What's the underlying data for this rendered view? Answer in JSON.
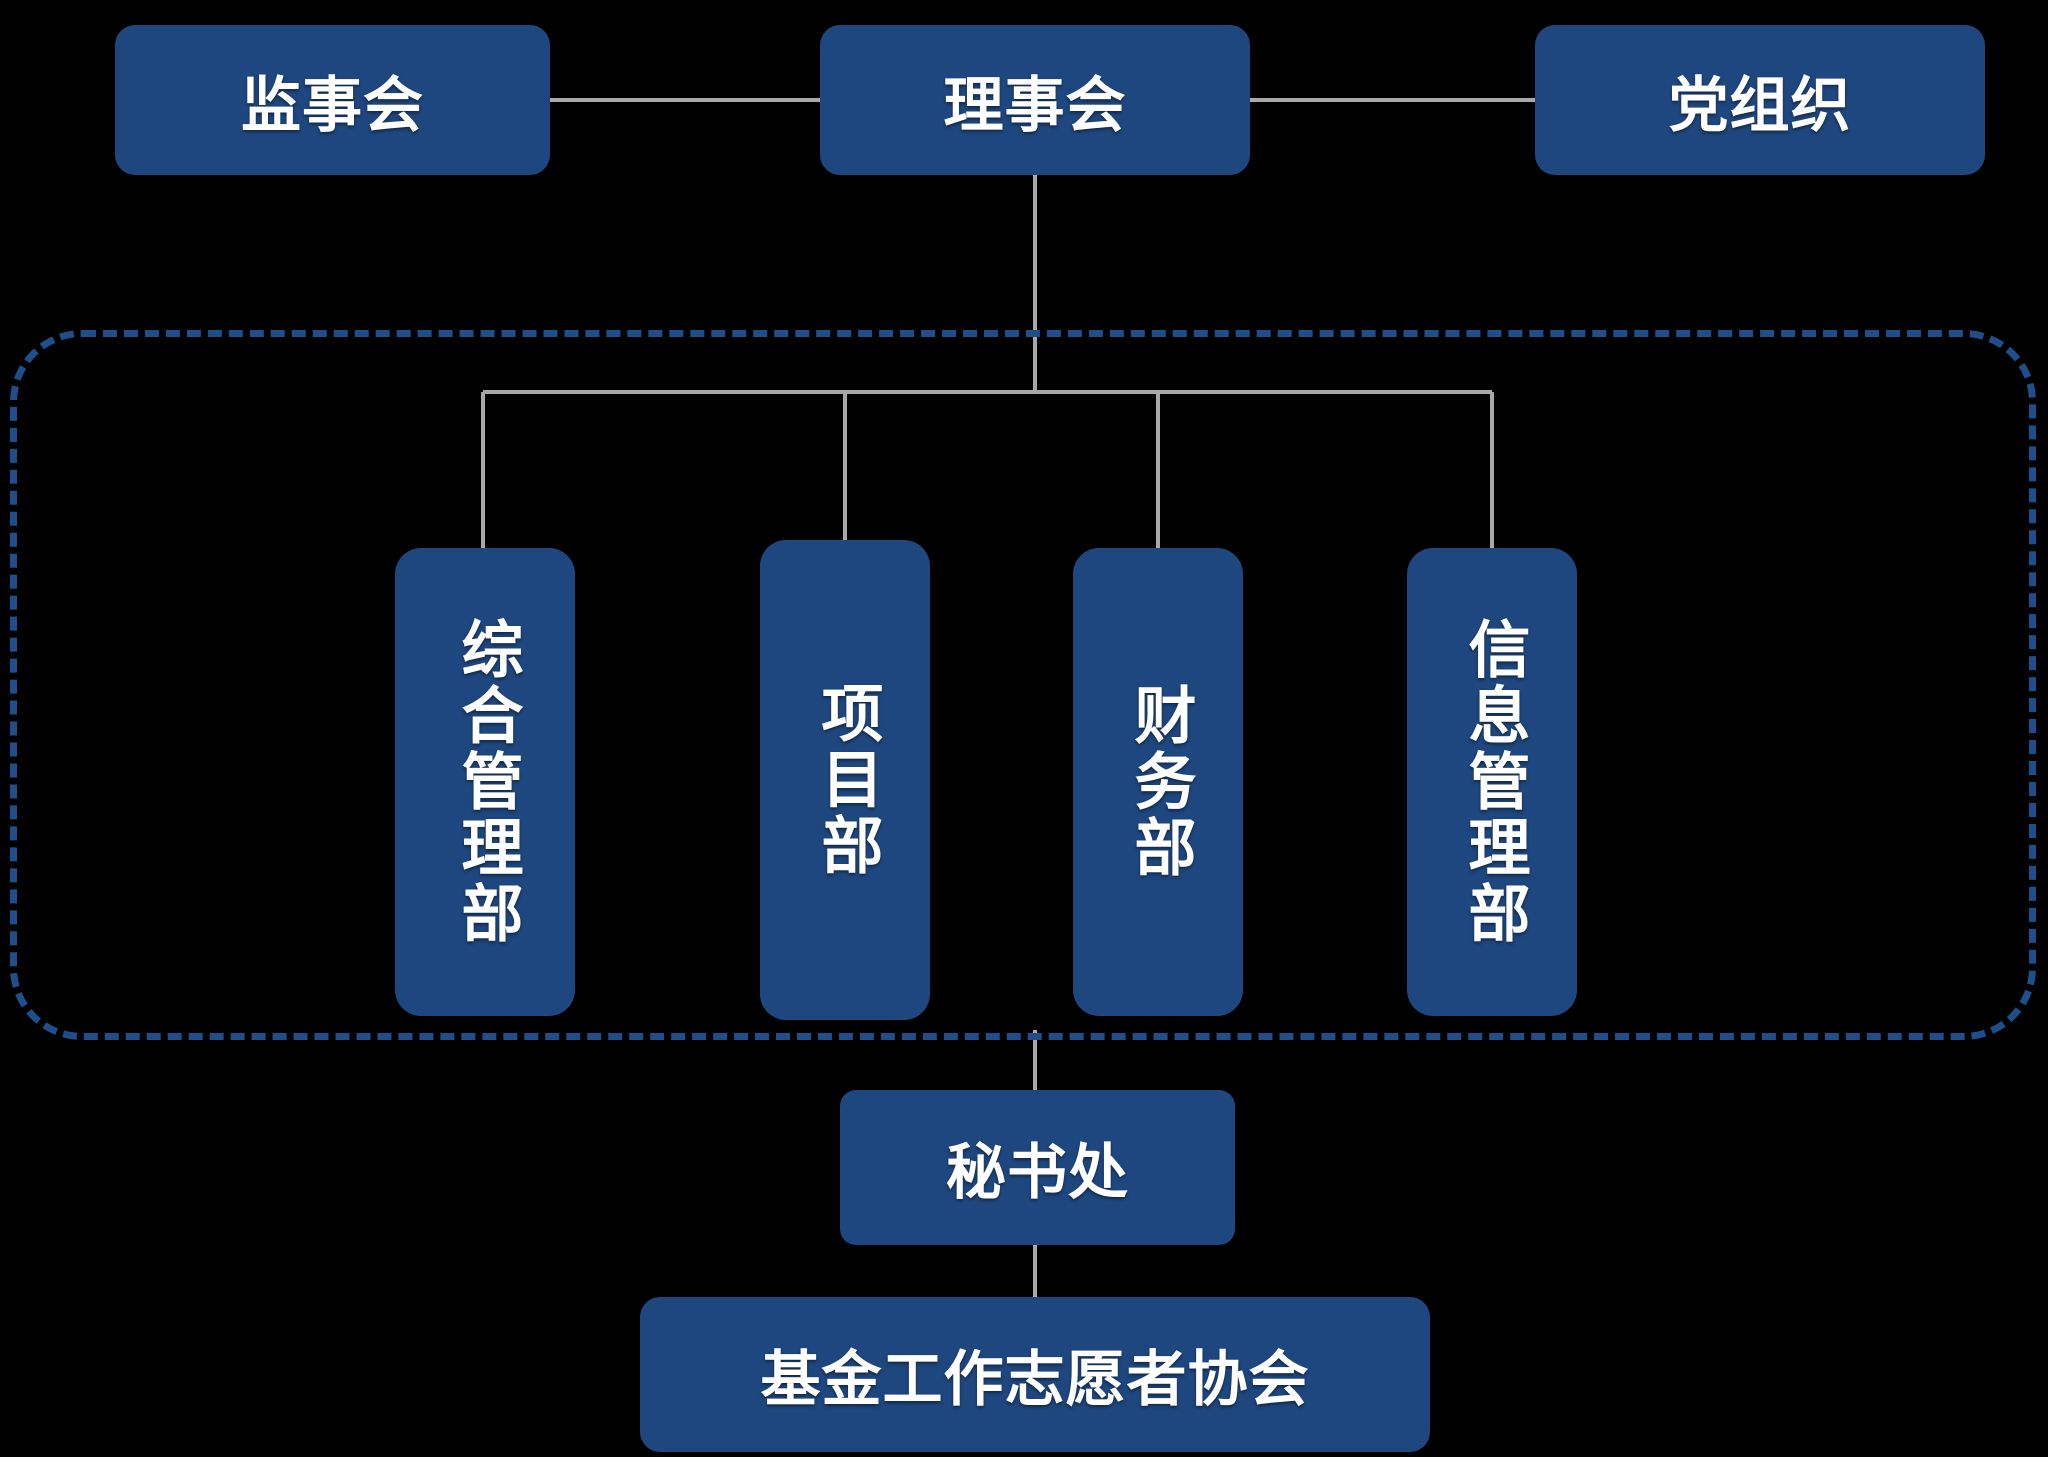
{
  "diagram": {
    "type": "organization-chart",
    "title": "",
    "colors": {
      "background": "#000000",
      "node_fill": "#1e477f",
      "node_text": "#ffffff",
      "connector": "#a8a8a8",
      "dashed_border": "#1f4e8c"
    }
  },
  "top_level": {
    "supervisory_board": "监事会",
    "board_of_directors": "理事会",
    "party_organization": "党组织"
  },
  "departments_group": {
    "label": "",
    "items": [
      {
        "label": "综合管理部"
      },
      {
        "label": "项目部"
      },
      {
        "label": "财务部"
      },
      {
        "label": "信息管理部"
      }
    ]
  },
  "lower_level": {
    "secretariat": "秘书处",
    "volunteer_association": "基金工作志愿者协会"
  },
  "relationships": [
    {
      "from": "监事会",
      "to": "理事会",
      "style": "horizontal"
    },
    {
      "from": "理事会",
      "to": "党组织",
      "style": "horizontal"
    },
    {
      "from": "理事会",
      "to": "综合管理部",
      "style": "tree"
    },
    {
      "from": "理事会",
      "to": "项目部",
      "style": "tree"
    },
    {
      "from": "理事会",
      "to": "财务部",
      "style": "tree"
    },
    {
      "from": "理事会",
      "to": "信息管理部",
      "style": "tree"
    },
    {
      "from": "理事会",
      "to": "秘书处",
      "style": "vertical"
    },
    {
      "from": "秘书处",
      "to": "基金工作志愿者协会",
      "style": "vertical"
    }
  ]
}
